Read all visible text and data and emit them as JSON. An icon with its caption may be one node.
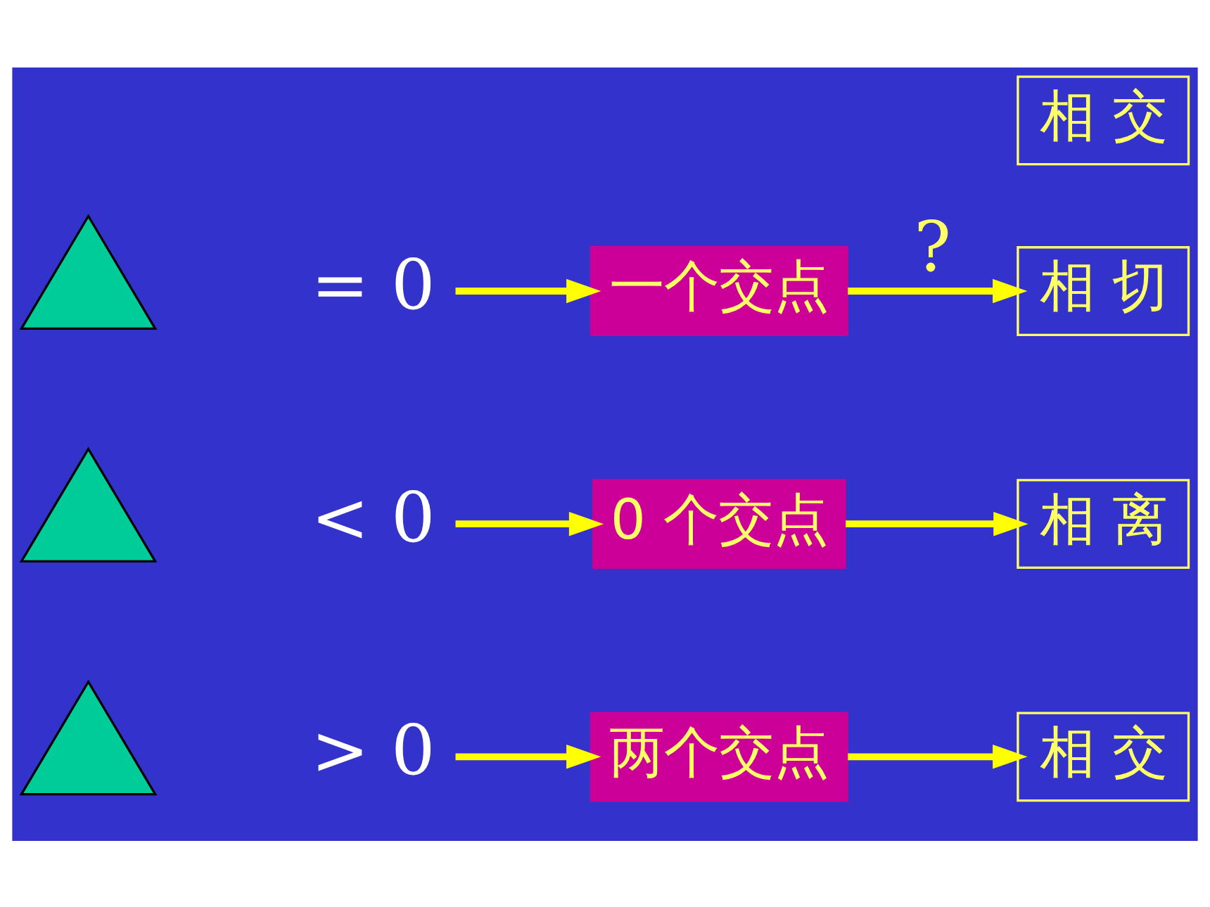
{
  "diagram": {
    "nodes": [
      {
        "text": [],
        "shape": "triangle"
      },
      {
        "text": [
          "> 0"
        ]
      },
      {
        "text": [
          "两个交点"
        ]
      },
      {
        "text": [
          "相 交"
        ]
      },
      {
        "text": [],
        "shape": "triangle"
      },
      {
        "text": [
          "< 0"
        ]
      },
      {
        "text": [
          "0 个交点"
        ]
      },
      {
        "text": [
          "相 离"
        ]
      },
      {
        "text": [],
        "shape": "triangle"
      },
      {
        "text": [
          "= 0"
        ]
      },
      {
        "text": [
          "一个交点"
        ]
      },
      {
        "text": [
          "相 切"
        ]
      },
      {
        "text": [
          "相 交"
        ]
      }
    ],
    "edges": [
      {
        "from": 1,
        "to": 2,
        "arrow": "to"
      },
      {
        "from": 2,
        "to": 3,
        "arrow": "to"
      },
      {
        "from": 5,
        "to": 6,
        "arrow": "to"
      },
      {
        "from": 6,
        "to": 7,
        "arrow": "to"
      },
      {
        "from": 9,
        "to": 10,
        "arrow": "to"
      },
      {
        "from": 10,
        "to": 11,
        "label": "?",
        "arrow": "to"
      }
    ]
  }
}
